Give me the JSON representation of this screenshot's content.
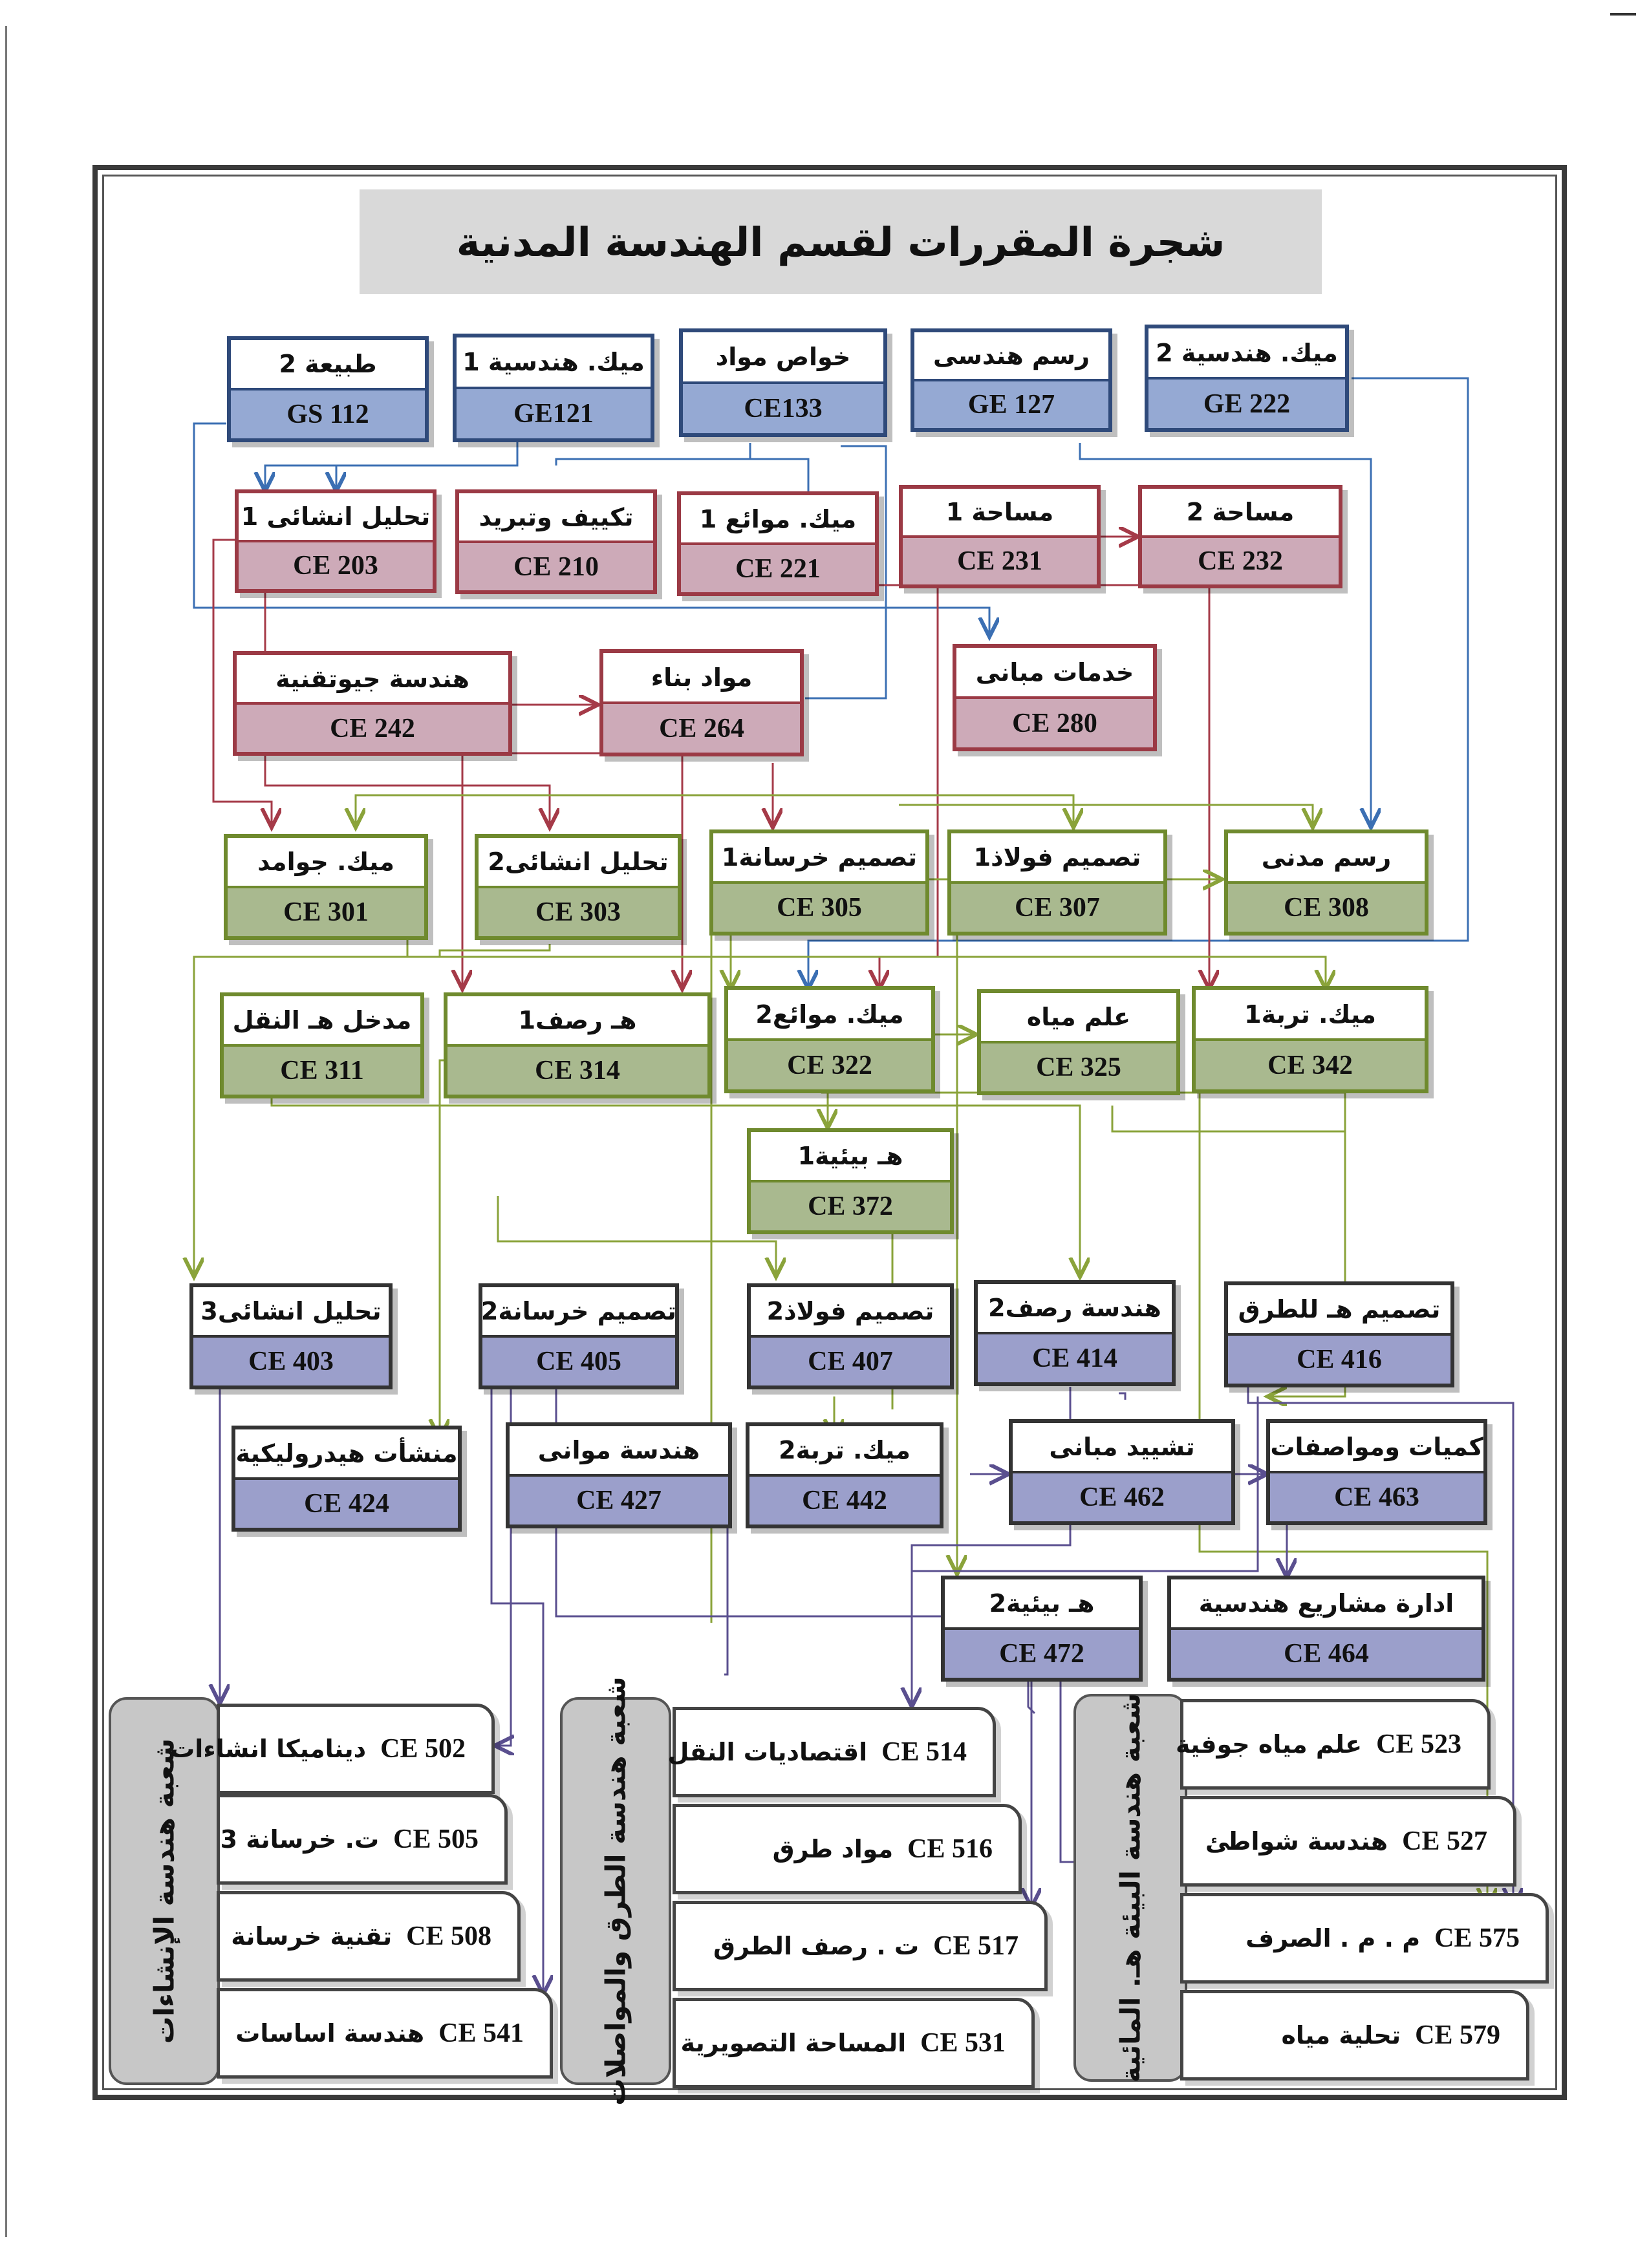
{
  "title": "شجرة المقررات لقسم الهندسة المدنية",
  "colors": {
    "blue": "#95a9d3",
    "red": "#cdaab8",
    "green": "#a9b98f",
    "navy": "#8b8fc0"
  },
  "courses": [
    {
      "id": "GS112",
      "name": "طبيعة 2",
      "code": "GS 112"
    },
    {
      "id": "GE121",
      "name": "ميك. هندسية 1",
      "code": "GE121"
    },
    {
      "id": "CE133",
      "name": "خواص مواد",
      "code": "CE133"
    },
    {
      "id": "GE127",
      "name": "رسم هندسى",
      "code": "GE 127"
    },
    {
      "id": "GE222",
      "name": "ميك. هندسية 2",
      "code": "GE 222"
    },
    {
      "id": "CE203",
      "name": "تحليل انشائى 1",
      "code": "CE 203"
    },
    {
      "id": "CE210",
      "name": "تكييف وتبريد",
      "code": "CE 210"
    },
    {
      "id": "CE221",
      "name": "ميك. موائع 1",
      "code": "CE 221"
    },
    {
      "id": "CE231",
      "name": "مساحة 1",
      "code": "CE 231"
    },
    {
      "id": "CE232",
      "name": "مساحة 2",
      "code": "CE 232"
    },
    {
      "id": "CE242",
      "name": "هندسة جيوتقنية",
      "code": "CE 242"
    },
    {
      "id": "CE264",
      "name": "مواد بناء",
      "code": "CE 264"
    },
    {
      "id": "CE280",
      "name": "خدمات مبانى",
      "code": "CE 280"
    },
    {
      "id": "CE301",
      "name": "ميك. جوامد",
      "code": "CE 301"
    },
    {
      "id": "CE303",
      "name": "تحليل انشائى2",
      "code": "CE 303"
    },
    {
      "id": "CE305",
      "name": "تصميم خرسانة1",
      "code": "CE 305"
    },
    {
      "id": "CE307",
      "name": "تصميم فولاذ1",
      "code": "CE 307"
    },
    {
      "id": "CE308",
      "name": "رسم مدنى",
      "code": "CE 308"
    },
    {
      "id": "CE311",
      "name": "مدخل هـ النقل",
      "code": "CE 311"
    },
    {
      "id": "CE314",
      "name": "هـ رصف1",
      "code": "CE 314"
    },
    {
      "id": "CE322",
      "name": "ميك. موائع2",
      "code": "CE 322"
    },
    {
      "id": "CE325",
      "name": "علم مياه",
      "code": "CE 325"
    },
    {
      "id": "CE342",
      "name": "ميك. تربة1",
      "code": "CE 342"
    },
    {
      "id": "CE372",
      "name": "هـ بيئية1",
      "code": "CE 372"
    },
    {
      "id": "CE403",
      "name": "تحليل انشائى3",
      "code": "CE 403"
    },
    {
      "id": "CE405",
      "name": "تصميم خرسانة2",
      "code": "CE 405"
    },
    {
      "id": "CE407",
      "name": "تصميم فولاذ2",
      "code": "CE 407"
    },
    {
      "id": "CE414",
      "name": "هندسة رصف2",
      "code": "CE 414"
    },
    {
      "id": "CE416",
      "name": "تصميم هـ للطرق",
      "code": "CE 416"
    },
    {
      "id": "CE424",
      "name": "منشأت هيدروليكية",
      "code": "CE 424"
    },
    {
      "id": "CE427",
      "name": "هندسة موانى",
      "code": "CE 427"
    },
    {
      "id": "CE442",
      "name": "ميك. تربة2",
      "code": "CE 442"
    },
    {
      "id": "CE462",
      "name": "تشييد مبانى",
      "code": "CE 462"
    },
    {
      "id": "CE463",
      "name": "كميات ومواصفات",
      "code": "CE 463"
    },
    {
      "id": "CE472",
      "name": "هـ بيئية2",
      "code": "CE 472"
    },
    {
      "id": "CE464",
      "name": "ادارة مشاريع هندسية",
      "code": "CE 464"
    }
  ],
  "branches": [
    {
      "label": "شعبة هندسة الإنشاءات",
      "items": [
        {
          "code": "CE 502",
          "name": "ديناميكا انشاءات"
        },
        {
          "code": "CE 505",
          "name": "ت. خرسانة 3"
        },
        {
          "code": "CE 508",
          "name": "تقنية خرسانة"
        },
        {
          "code": "CE 541",
          "name": "هندسة اساسات"
        }
      ]
    },
    {
      "label": "شعبة هندسة الطرق والمواصلات",
      "items": [
        {
          "code": "CE 514",
          "name": "اقتصاديات النقل"
        },
        {
          "code": "CE 516",
          "name": "مواد طرق"
        },
        {
          "code": "CE 517",
          "name": "ت . رصف الطرق"
        },
        {
          "code": "CE 531",
          "name": "المساحة التصويرية"
        }
      ]
    },
    {
      "label": "شعبة هندسة البيئة هـ. المائية",
      "items": [
        {
          "code": "CE 523",
          "name": "علم مياه جوفية"
        },
        {
          "code": "CE 527",
          "name": "هندسة شواطئ"
        },
        {
          "code": "CE 575",
          "name": "م . م . الصرف"
        },
        {
          "code": "CE 579",
          "name": "تحلية مياه"
        }
      ]
    }
  ]
}
